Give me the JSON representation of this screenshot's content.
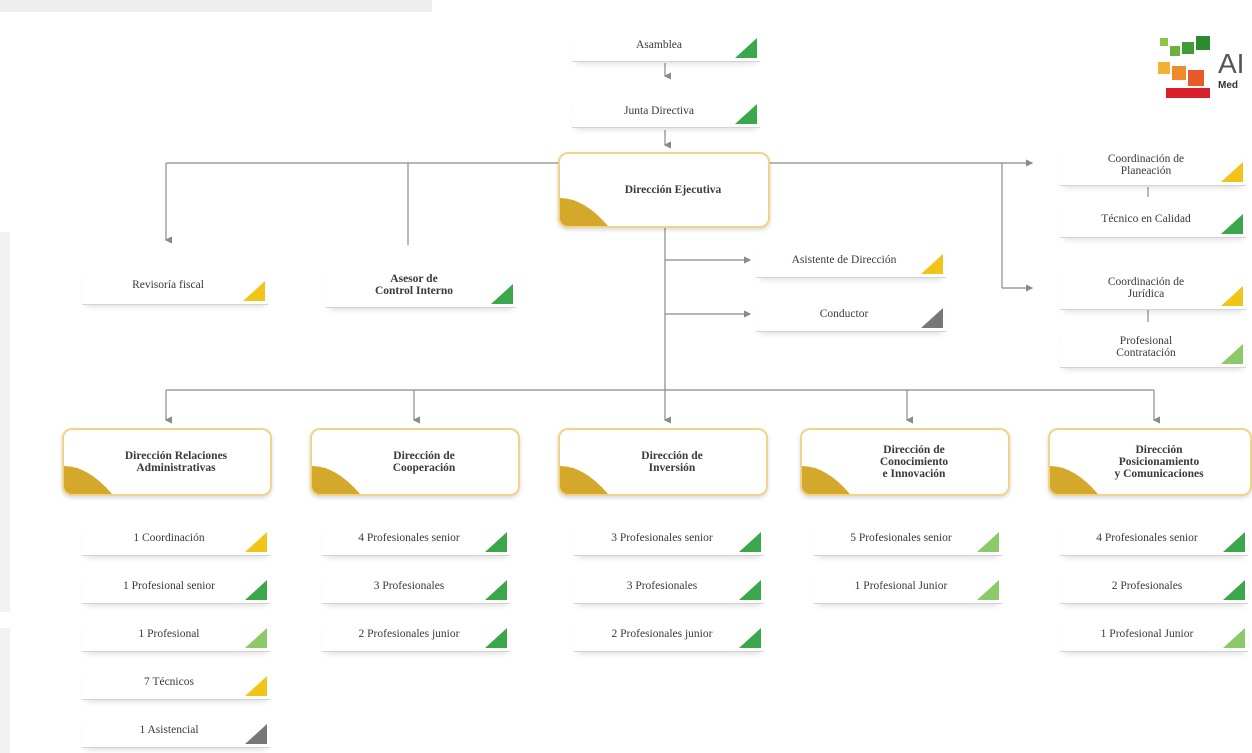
{
  "logo": {
    "text": "AI",
    "subtext": "Med"
  },
  "nodes": {
    "asamblea": "Asamblea",
    "junta": "Junta Directiva",
    "direccion_ejecutiva": "Dirección Ejecutiva",
    "revisoria": "Revisoría fiscal",
    "asesor": "Asesor de\nControl Interno",
    "asistente": "Asistente de Dirección",
    "conductor": "Conductor",
    "coord_planeacion": "Coordinación de\nPlaneación",
    "tecnico_calidad": "Técnico en Calidad",
    "coord_juridica": "Coordinación de\nJurídica",
    "prof_contratacion": "Profesional\nContratación"
  },
  "directorates": [
    {
      "title": "Dirección Relaciones\nAdministrativas",
      "staff": [
        "1 Coordinación",
        "1 Profesional senior",
        "1 Profesional",
        "7 Técnicos",
        "1 Asistencial"
      ]
    },
    {
      "title": "Dirección de\nCooperación",
      "staff": [
        "4 Profesionales senior",
        "3 Profesionales",
        "2 Profesionales junior"
      ]
    },
    {
      "title": "Dirección de\nInversión",
      "staff": [
        "3 Profesionales senior",
        "3 Profesionales",
        "2 Profesionales junior"
      ]
    },
    {
      "title": "Dirección de\nConocimiento\ne Innovación",
      "staff": [
        "5 Profesionales senior",
        "1 Profesional Junior"
      ]
    },
    {
      "title": "Dirección\nPosicionamiento\ny Comunicaciones",
      "staff": [
        "4 Profesionales senior",
        "2 Profesionales",
        "1 Profesional Junior"
      ]
    }
  ],
  "colors": {
    "yellow": "#f0c419",
    "green": "#3aa84a",
    "light_green": "#8cc96b",
    "gray": "#777777",
    "gold": "#d4a82a",
    "border_gold": "#f1d48a",
    "line": "#8a8a8a"
  }
}
